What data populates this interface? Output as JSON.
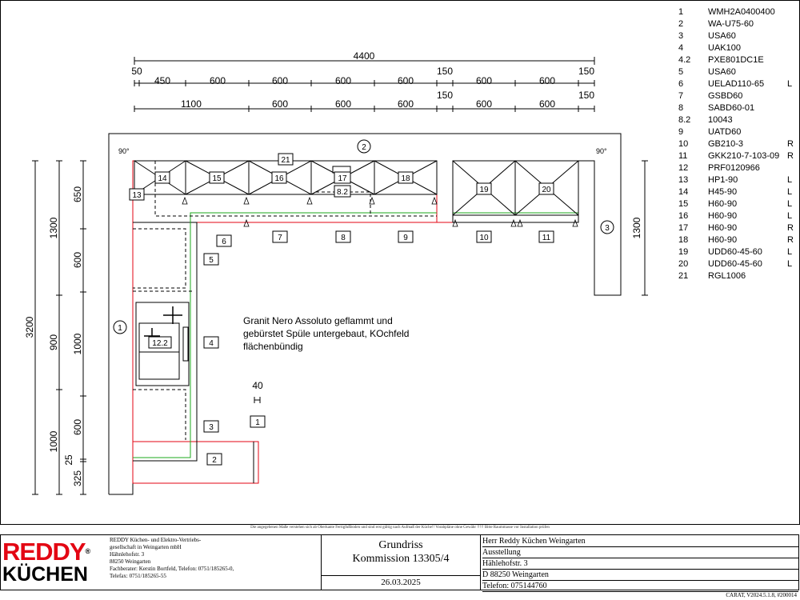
{
  "plan": {
    "overall_width": "4400",
    "upper_dims": [
      "50",
      "450",
      "600",
      "600",
      "600",
      "600",
      "150",
      "600",
      "600",
      "150"
    ],
    "lower_dims": [
      "1100",
      "600",
      "600",
      "600",
      "150",
      "600",
      "600",
      "150"
    ],
    "left_outer_dim": "3200",
    "left_mid_dims": [
      "1300",
      "900",
      "1000"
    ],
    "left_inner_dims": [
      "650",
      "600",
      "1000",
      "600",
      "25",
      "325"
    ],
    "right_dim": "1300",
    "angle_left": "90°",
    "angle_right": "90°",
    "wall_labels": [
      "1",
      "2",
      "3"
    ],
    "gap_dim": "40",
    "module_labels": [
      "13",
      "14",
      "15",
      "16",
      "17",
      "8.2",
      "18",
      "19",
      "20",
      "21",
      "7",
      "8",
      "9",
      "10",
      "11",
      "6",
      "5",
      "4",
      "3",
      "2",
      "1",
      "12.2"
    ],
    "note": "Granit Nero Assoluto geflammt und gebürstet Spüle untergebaut, KOchfeld flächenbündig"
  },
  "parts": [
    {
      "num": "1",
      "code": "WMH2A0400400",
      "side": ""
    },
    {
      "num": "2",
      "code": "WA-U75-60",
      "side": ""
    },
    {
      "num": "3",
      "code": "USA60",
      "side": ""
    },
    {
      "num": "4",
      "code": "UAK100",
      "side": ""
    },
    {
      "num": "4.2",
      "code": "PXE801DC1E",
      "side": ""
    },
    {
      "num": "5",
      "code": "USA60",
      "side": ""
    },
    {
      "num": "6",
      "code": "UELAD110-65",
      "side": "L"
    },
    {
      "num": "7",
      "code": "GSBD60",
      "side": ""
    },
    {
      "num": "8",
      "code": "SABD60-01",
      "side": ""
    },
    {
      "num": "8.2",
      "code": "10043",
      "side": ""
    },
    {
      "num": "9",
      "code": "UATD60",
      "side": ""
    },
    {
      "num": "10",
      "code": "GB210-3",
      "side": "R"
    },
    {
      "num": "11",
      "code": "GKK210-7-103-09",
      "side": "R"
    },
    {
      "num": "12",
      "code": "PRF0120966",
      "side": ""
    },
    {
      "num": "13",
      "code": "HP1-90",
      "side": "L"
    },
    {
      "num": "14",
      "code": "H45-90",
      "side": "L"
    },
    {
      "num": "15",
      "code": "H60-90",
      "side": "L"
    },
    {
      "num": "16",
      "code": "H60-90",
      "side": "L"
    },
    {
      "num": "17",
      "code": "H60-90",
      "side": "R"
    },
    {
      "num": "18",
      "code": "H60-90",
      "side": "R"
    },
    {
      "num": "19",
      "code": "UDD60-45-60",
      "side": "L"
    },
    {
      "num": "20",
      "code": "UDD60-45-60",
      "side": "L"
    },
    {
      "num": "21",
      "code": "RGL1006",
      "side": ""
    }
  ],
  "disclaimer": "Die angegebenen Maße verstehen sich ab Oberkante Fertigfußboden und sind erst gültig nach Aufmaß der Küche!! Vorabpläne ohne Gewähr !!!!! Bitte Raummasse vor Installation prüfen",
  "footer": {
    "logo_line1": "REDDY",
    "logo_line2": "KÜCHEN",
    "logo_reg": "®",
    "company_lines": [
      "REDDY Küchen- und Elektro-Vertriebs-",
      "gesellschaft in Weingarten mbH",
      "Hähnlehofstr. 3",
      "88250 Weingarten",
      "Fachberater: Kerstin Bortfeld, Telefon: 0751/185265-0,",
      "Telefax: 0751/185265-55"
    ],
    "title": "Grundriss",
    "commission": "Kommission 13305/4",
    "date": "26.03.2025",
    "customer_lines": [
      "Herr Reddy Küchen Weingarten",
      "Ausstellung",
      "Hählehofstr. 3",
      "D 88250 Weingarten",
      "Telefon: 075144760"
    ],
    "version": "CARAT,  V2024.5.1.8,  #200014"
  }
}
